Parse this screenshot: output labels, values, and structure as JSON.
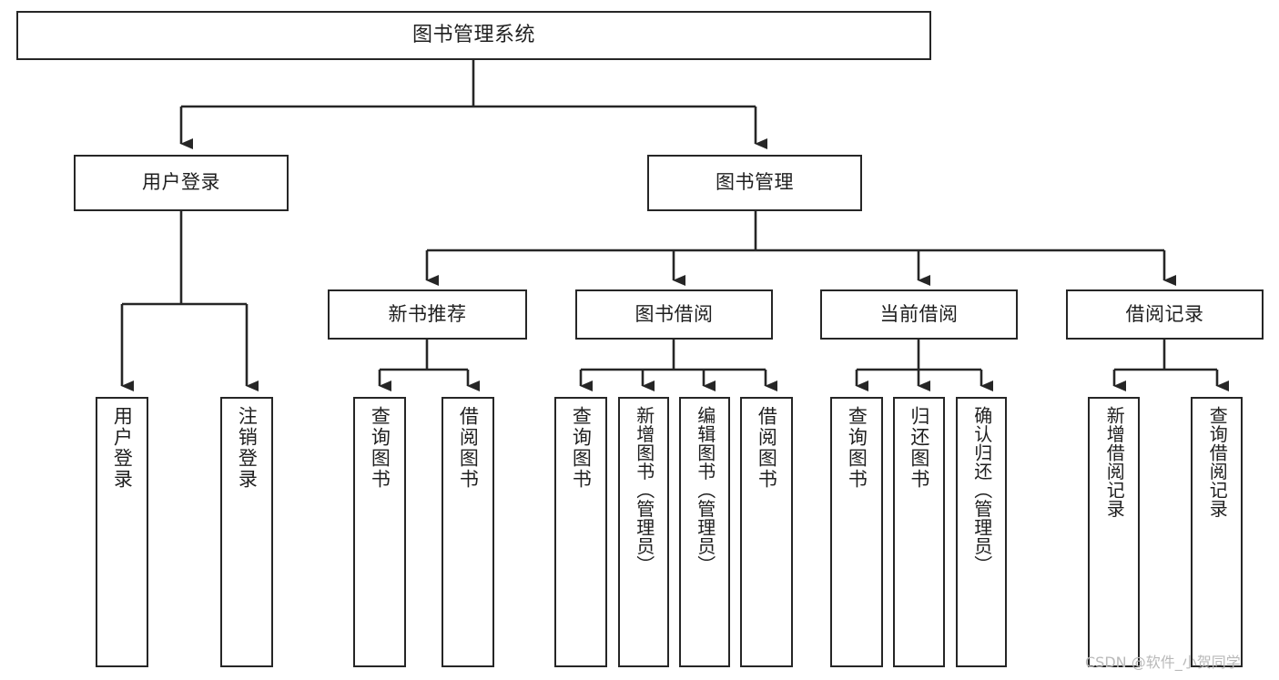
{
  "diagram": {
    "title": "图书管理系统",
    "type": "tree",
    "root": {
      "id": "root",
      "label": "图书管理系统"
    },
    "level2": [
      {
        "id": "user-login",
        "label": "用户登录"
      },
      {
        "id": "book-manage",
        "label": "图书管理"
      }
    ],
    "level3": [
      {
        "id": "new-book-rec",
        "label": "新书推荐"
      },
      {
        "id": "book-borrow",
        "label": "图书借阅"
      },
      {
        "id": "current-borrow",
        "label": "当前借阅"
      },
      {
        "id": "borrow-record",
        "label": "借阅记录"
      }
    ],
    "leaves": {
      "user_login": [
        {
          "id": "leaf-user-login",
          "label": "用户登录"
        },
        {
          "id": "leaf-logout-login",
          "label": "注销登录"
        }
      ],
      "new_book_rec": [
        {
          "id": "leaf-query-book-1",
          "label": "查询图书"
        },
        {
          "id": "leaf-borrow-book-1",
          "label": "借阅图书"
        }
      ],
      "book_borrow": [
        {
          "id": "leaf-query-book-2",
          "label": "查询图书"
        },
        {
          "id": "leaf-add-book",
          "label": "新增图书（管理员）"
        },
        {
          "id": "leaf-edit-book",
          "label": "编辑图书（管理员）"
        },
        {
          "id": "leaf-borrow-book-2",
          "label": "借阅图书"
        }
      ],
      "current_borrow": [
        {
          "id": "leaf-query-book-3",
          "label": "查询图书"
        },
        {
          "id": "leaf-return-book",
          "label": "归还图书"
        },
        {
          "id": "leaf-confirm-return",
          "label": "确认归还（管理员）"
        }
      ],
      "borrow_record": [
        {
          "id": "leaf-add-record",
          "label": "新增借阅记录"
        },
        {
          "id": "leaf-query-record",
          "label": "查询借阅记录"
        }
      ]
    },
    "colors": {
      "stroke": "#262626",
      "fill": "#ffffff",
      "text": "#1f1f1f",
      "watermark": "#b9b9b9"
    }
  },
  "watermark": {
    "text": "CSDN @软件_小贺同学"
  }
}
